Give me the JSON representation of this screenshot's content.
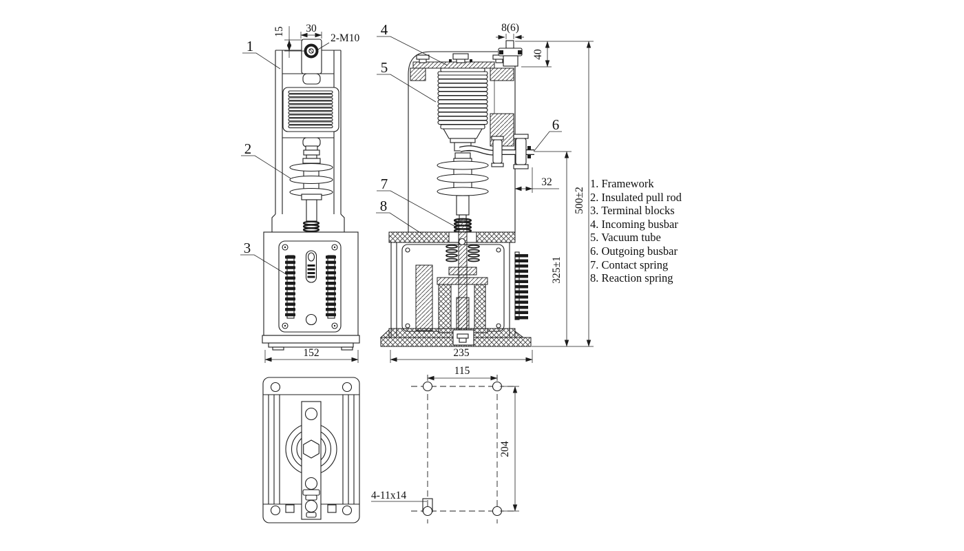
{
  "drawing": {
    "callouts": {
      "c1": "1",
      "c2": "2",
      "c3": "3",
      "c4": "4",
      "c5": "5",
      "c6": "6",
      "c7": "7",
      "c8": "8"
    },
    "dims": {
      "d15": "15",
      "d30": "30",
      "thread": "2-M10",
      "d152": "152",
      "stud_width": "8(6)",
      "d40": "40",
      "d32": "32",
      "height_total": "500±2",
      "height_lower": "325±1",
      "d235": "235",
      "d115": "115",
      "d204": "204",
      "slot": "4-11x14"
    },
    "legend": {
      "items": [
        "1. Framework",
        "2. Insulated pull rod",
        "3. Terminal blocks",
        "4. Incoming busbar",
        "5. Vacuum tube",
        "6. Outgoing busbar",
        "7. Contact spring",
        "8. Reaction spring"
      ]
    }
  },
  "colors": {
    "line": "#1c1c1c",
    "background": "#ffffff"
  }
}
